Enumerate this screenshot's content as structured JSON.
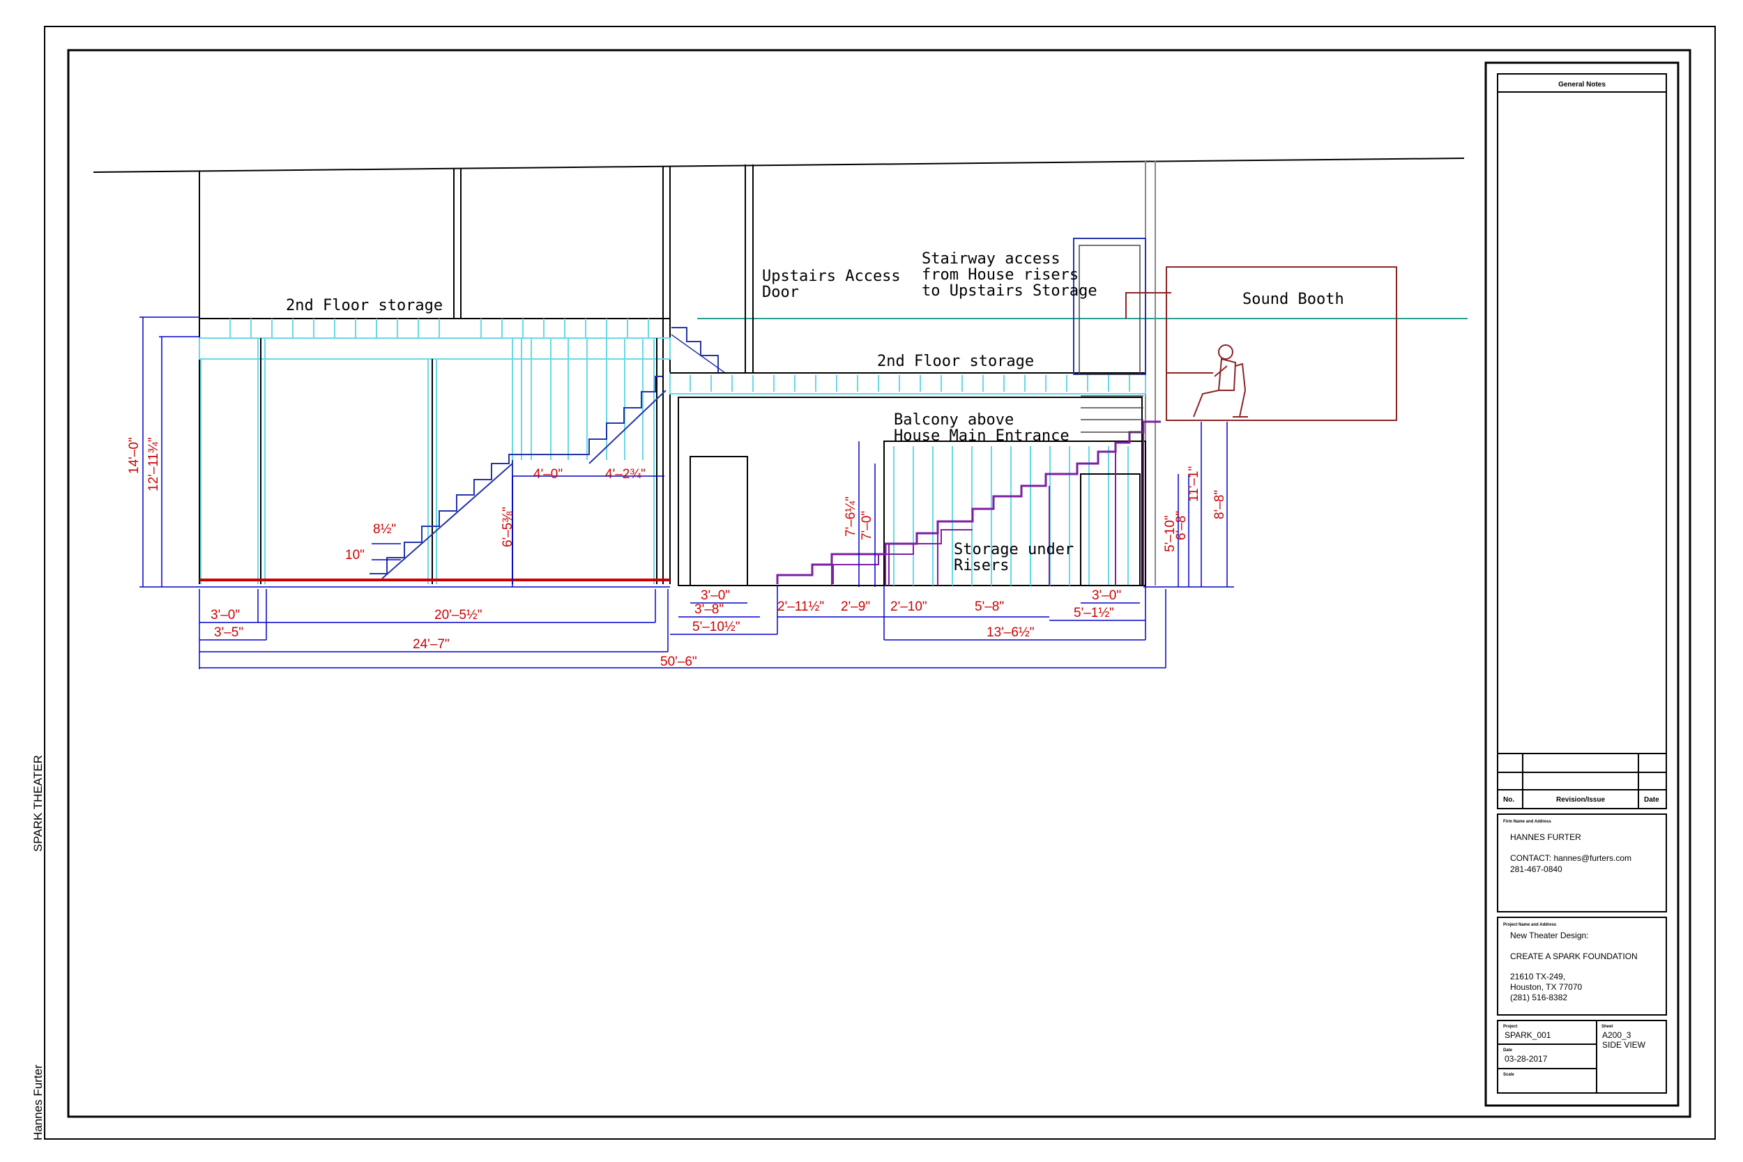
{
  "side_margin": {
    "project": "SPARK THEATER",
    "author": "Hannes Furter"
  },
  "labels": {
    "storage_left": "2nd Floor storage",
    "storage_right": "2nd Floor storage",
    "upstairs_door": [
      "Upstairs Access",
      "Door"
    ],
    "stairway_access": [
      "Stairway access",
      "from House risers",
      "to Upstairs Storage"
    ],
    "sound_booth": "Sound Booth",
    "balcony": [
      "Balcony above",
      "House Main Entrance"
    ],
    "storage_risers": [
      "Storage under",
      "Risers"
    ]
  },
  "dimensions": {
    "h_14_0": "14'–0\"",
    "h_12_11": "12'–11¾\"",
    "stair_8": "8½\"",
    "stair_10": "10\"",
    "h_6_5": "6'–5⅜\"",
    "w_4_0": "4'–0\"",
    "w_4_2": "4'–2¾\"",
    "w_3_0a": "3'–0\"",
    "w_20_5": "20'–5½\"",
    "w_3_5": "3'–5\"",
    "w_24_7": "24'–7\"",
    "w_50_6": "50'–6\"",
    "w_3_0b": "3'–0\"",
    "w_3_8": "3'–8\"",
    "w_5_10": "5'–10½\"",
    "w_2_11": "2'–11½\"",
    "w_2_9": "2'–9\"",
    "w_2_10": "2'–10\"",
    "w_5_8": "5'–8\"",
    "w_3_0c": "3'–0\"",
    "w_5_1": "5'–1½\"",
    "w_13_6": "13'–6½\"",
    "h_7_6": "7'–6¼\"",
    "h_7_0": "7'–0\"",
    "h_5_10": "5'–10\"",
    "h_6_8": "6'–8\"",
    "h_11_1": "11'–1\"",
    "h_8_8": "8'–8\""
  },
  "title_block": {
    "general_notes": "General Notes",
    "rev_no": "No.",
    "rev_issue": "Revision/Issue",
    "rev_date": "Date",
    "firm_heading": "Firm Name and Address",
    "firm_name": "HANNES FURTER",
    "contact": "CONTACT: hannes@furters.com",
    "phone": "281-467-0840",
    "project_heading": "Project Name and Address",
    "project_line1": "New Theater Design:",
    "project_line2": "CREATE A SPARK FOUNDATION",
    "address1": "21610 TX-249,",
    "address2": "Houston, TX 77070",
    "address3": "(281) 516-8382",
    "project_label": "Project",
    "project_value": "SPARK_001",
    "sheet_label": "Sheet",
    "sheet_value": "A200_3",
    "sheet_desc": "SIDE VIEW",
    "date_label": "Date",
    "date_value": "03-28-2017",
    "scale_label": "Scale"
  },
  "colors": {
    "line": "#000000",
    "framing": "#66d9e8",
    "dimension": "#0000cc",
    "dimension_text": "#cc0000",
    "risers": "#7a1fa2",
    "booth": "#8b2323",
    "floor": "#cc0000",
    "roofline": "#2a9d8f"
  }
}
